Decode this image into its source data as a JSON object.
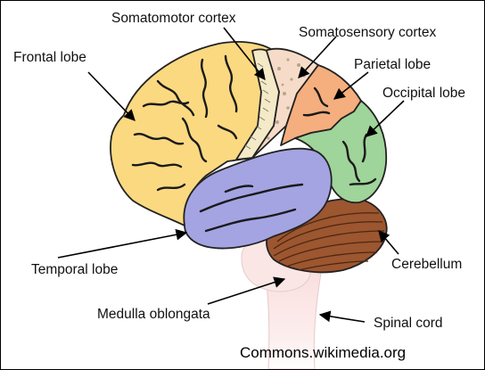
{
  "labels": {
    "somatomotor_cortex": "Somatomotor cortex",
    "somatosensory_cortex": "Somatosensory cortex",
    "frontal_lobe": "Frontal lobe",
    "parietal_lobe": "Parietal lobe",
    "occipital_lobe": "Occipital lobe",
    "temporal_lobe": "Temporal lobe",
    "cerebellum": "Cerebellum",
    "medulla_oblongata": "Medulla oblongata",
    "spinal_cord": "Spinal cord"
  },
  "credit": "Commons.wikimedia.org",
  "colors": {
    "frontal_lobe": "#fbd981",
    "somatomotor_cortex": "#f4eac8",
    "somatosensory_cortex": "#f6dcc8",
    "parietal_lobe": "#f5ae7e",
    "occipital_lobe": "#9fd49a",
    "temporal_lobe": "#a4a4e3",
    "cerebellum": "#9c5630",
    "brainstem": "#fbe6e6"
  }
}
